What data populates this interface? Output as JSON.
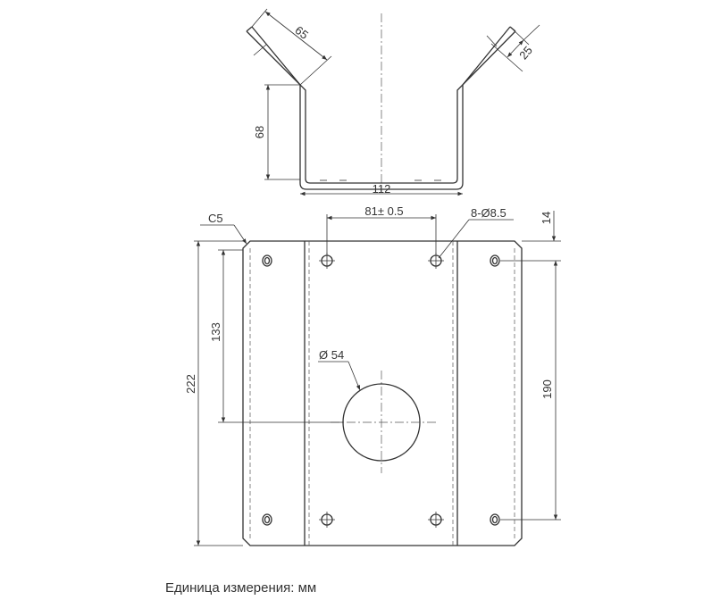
{
  "drawing": {
    "front_view": {
      "dim_leg_length": "65",
      "dim_leg_offset": "25",
      "dim_height": "68",
      "dim_width": "112"
    },
    "plan_view": {
      "dim_hole_pitch": "81± 0.5",
      "dim_hole_callout": "8-Ø8.5",
      "dim_edge_offset": "14",
      "dim_chamfer": "C5",
      "dim_center_height": "133",
      "dim_total_height": "222",
      "dim_hole_span": "190",
      "dim_bore": "Ø 54"
    }
  },
  "caption": "Единица измерения: мм"
}
